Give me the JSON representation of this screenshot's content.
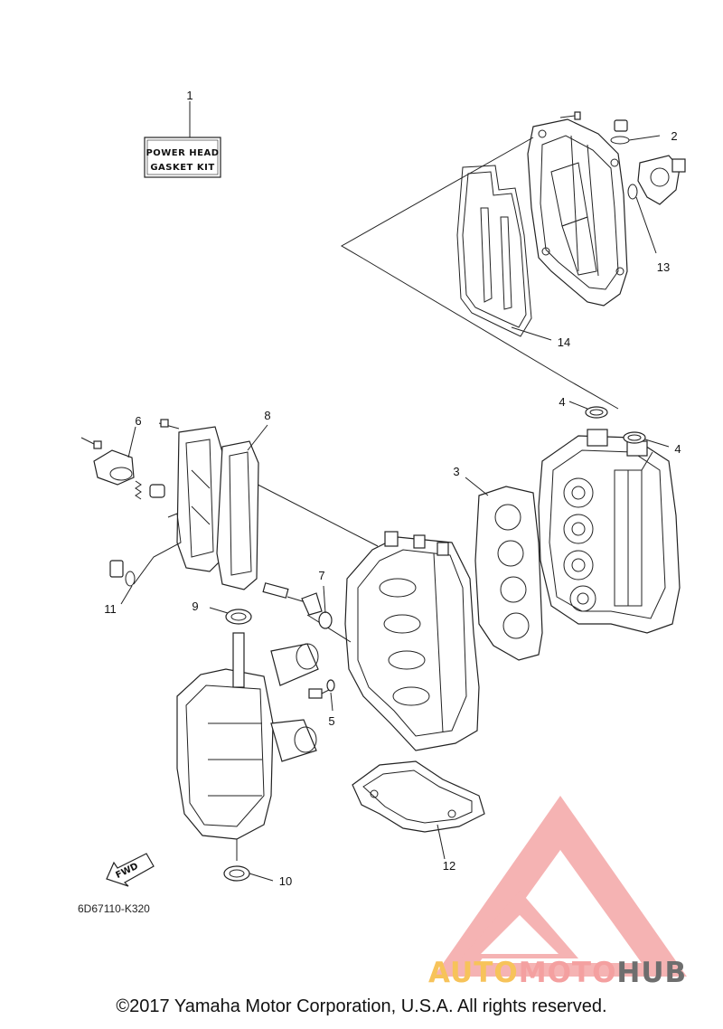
{
  "kit_label": {
    "line1": "POWER HEAD",
    "line2": "GASKET KIT"
  },
  "callouts": {
    "c1": "1",
    "c2": "2",
    "c3": "3",
    "c4a": "4",
    "c4b": "4",
    "c5": "5",
    "c6": "6",
    "c7": "7",
    "c8": "8",
    "c9": "9",
    "c10": "10",
    "c11": "11",
    "c12": "12",
    "c13": "13",
    "c14": "14"
  },
  "fwd_label": "FWD",
  "diagram_code": "6D67110-K320",
  "watermark": {
    "part1": "AUTO",
    "part2": "MOTO",
    "part3": "HUB",
    "color1": "#f7c35a",
    "color2": "#f4a0a0",
    "color3": "#6e6e6e",
    "logo_color": "#ee8a8a"
  },
  "copyright": "©2017 Yamaha Motor Corporation, U.S.A. All rights reserved."
}
